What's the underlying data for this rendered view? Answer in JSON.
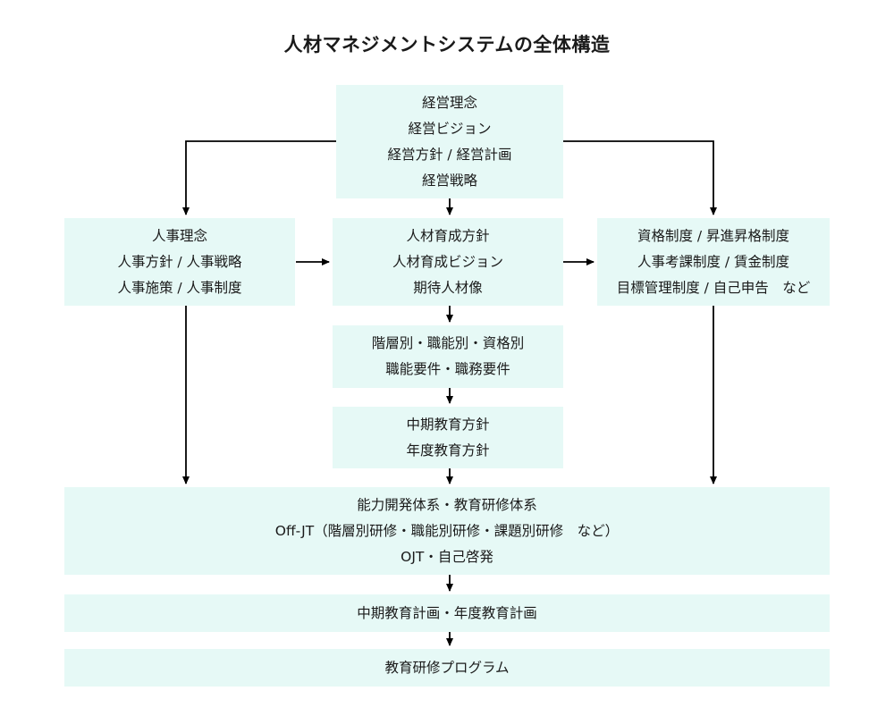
{
  "title": "人材マネジメントシステムの全体構造",
  "boxes": {
    "management": [
      "経営理念",
      "経営ビジョン",
      "経営方針 / 経営計画",
      "経営戦略"
    ],
    "hr_philosophy": [
      "人事理念",
      "人事方針 / 人事戦略",
      "人事施策 / 人事制度"
    ],
    "talent_policy": [
      "人材育成方針",
      "人材育成ビジョン",
      "期待人材像"
    ],
    "hr_systems": [
      "資格制度 / 昇進昇格制度",
      "人事考課制度 / 賃金制度",
      "目標管理制度 / 自己申告　など"
    ],
    "requirements": [
      "階層別・職能別・資格別",
      "職能要件・職務要件"
    ],
    "education_policy": [
      "中期教育方針",
      "年度教育方針"
    ],
    "development_system": [
      "能力開発体系・教育研修体系",
      "Off-JT（階層別研修・職能別研修・課題別研修　など）",
      "OJT・自己啓発"
    ],
    "education_plan": [
      "中期教育計画・年度教育計画"
    ],
    "training_program": [
      "教育研修プログラム"
    ]
  },
  "colors": {
    "box_fill": "#e6f9f6",
    "arrow": "#000000",
    "text": "#1a1a1a"
  }
}
